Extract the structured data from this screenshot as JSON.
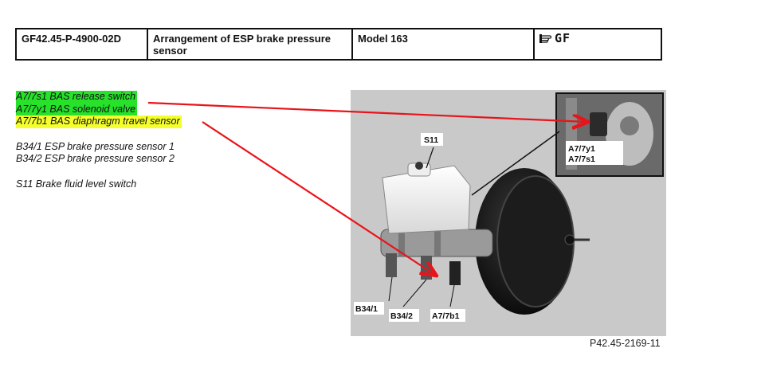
{
  "header": {
    "doc_id": "GF42.45-P-4900-02D",
    "title": "Arrangement of ESP brake pressure sensor",
    "model": "Model 163",
    "icon": "hand-pointing-icon",
    "icon_text": "GF"
  },
  "legend": {
    "items": [
      {
        "text": "A7/7s1 BAS release switch",
        "highlight": "#27e12b"
      },
      {
        "text": "A7/7y1 BAS solenoid valve",
        "highlight": "#27e12b"
      },
      {
        "text": "A7/7b1 BAS diaphragm travel sensor",
        "highlight": "#f4ff2c"
      },
      {
        "text": "B34/1 ESP brake pressure sensor 1",
        "highlight": ""
      },
      {
        "text": "B34/2 ESP brake pressure sensor 2",
        "highlight": ""
      },
      {
        "text": "S11 Brake fluid level switch",
        "highlight": ""
      }
    ]
  },
  "figure": {
    "labels": {
      "s11": "S11",
      "b34_1": "B34/1",
      "b34_2": "B34/2",
      "a7_7b1": "A7/7b1",
      "inset_1": "A7/7y1",
      "inset_2": "A7/7s1"
    },
    "caption": "P42.45-2169-11",
    "arrow_color": "#e8141b"
  }
}
